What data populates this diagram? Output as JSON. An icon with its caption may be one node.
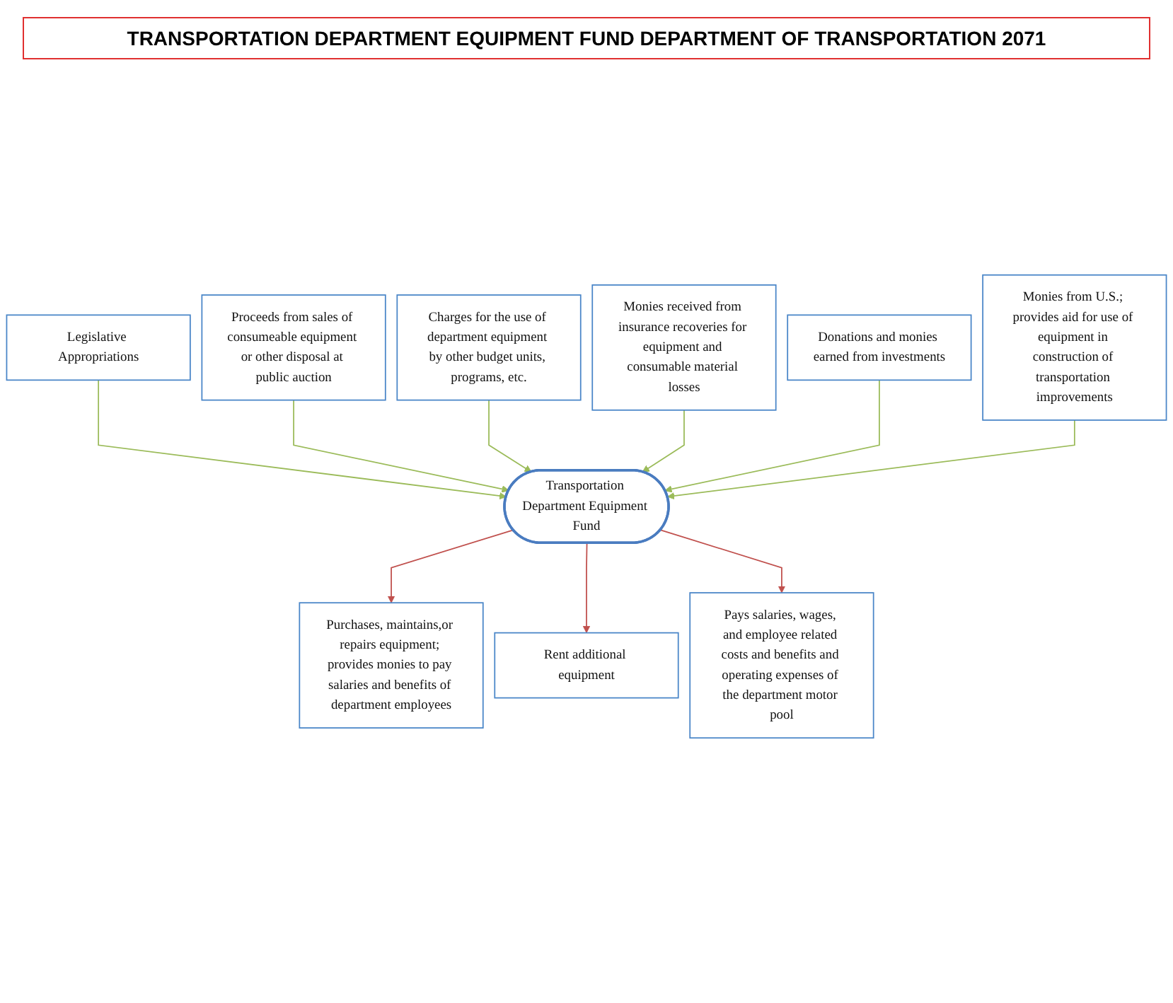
{
  "diagram": {
    "title": "TRANSPORTATION DEPARTMENT EQUIPMENT FUND DEPARTMENT OF TRANSPORTATION 2071",
    "nodes": [
      {
        "text": [
          "Legislative Appropriations"
        ]
      },
      {
        "text": [
          "Proceeds from sales of consumeable equipment or other disposal at public auction"
        ]
      },
      {
        "text": [
          "Charges for the use of department equipment by other budget units, programs, etc."
        ]
      },
      {
        "text": [
          "Monies received from insurance recoveries for equipment and consumable material losses"
        ]
      },
      {
        "text": [
          "Donations and monies earned from investments"
        ]
      },
      {
        "text": [
          "Monies from U.S.; provides aid for use of equipment in construction of transportation improvements"
        ]
      },
      {
        "text": [
          "Transportation Department Equipment Fund"
        ]
      },
      {
        "text": [
          "Purchases, maintains,or repairs equipment; provides monies to pay salaries and benefits of department employees"
        ]
      },
      {
        "text": [
          "Rent additional equipment"
        ]
      },
      {
        "text": [
          "Pays salaries, wages, and employee related costs and benefits and operating expenses of the department motor pool"
        ]
      }
    ],
    "edges": [
      {
        "from": 0,
        "to": 6,
        "arrow": "to"
      },
      {
        "from": 1,
        "to": 6,
        "arrow": "to"
      },
      {
        "from": 2,
        "to": 6,
        "arrow": "to"
      },
      {
        "from": 3,
        "to": 6,
        "arrow": "to"
      },
      {
        "from": 4,
        "to": 6,
        "arrow": "to"
      },
      {
        "from": 5,
        "to": 6,
        "arrow": "to"
      },
      {
        "from": 6,
        "to": 7,
        "arrow": "to",
        "color": "#c0504d"
      },
      {
        "from": 6,
        "to": 8,
        "arrow": "to",
        "color": "#c0504d"
      },
      {
        "from": 6,
        "to": 9,
        "arrow": "to",
        "color": "#c0504d"
      }
    ]
  }
}
